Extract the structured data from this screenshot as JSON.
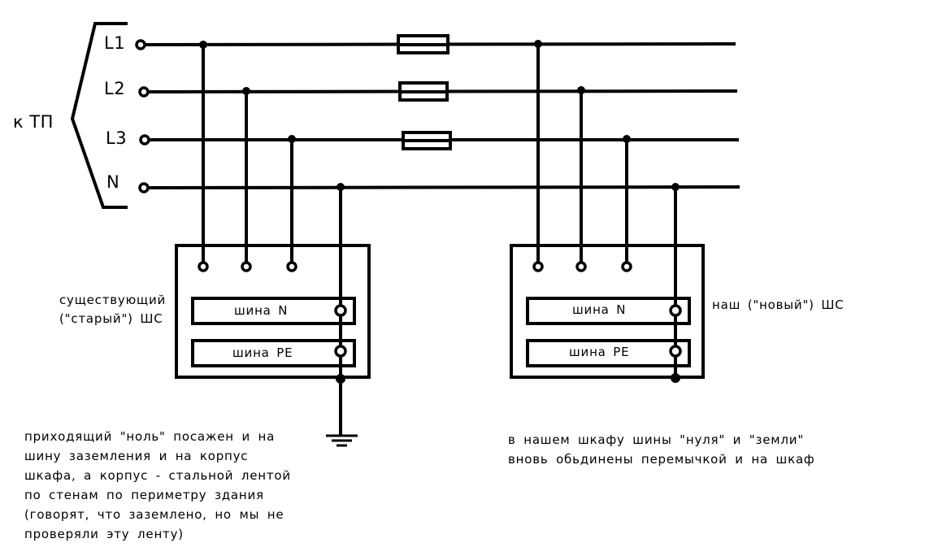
{
  "source_label": "к ТП",
  "conductors": [
    "L1",
    "L2",
    "L3",
    "N"
  ],
  "old_cabinet": {
    "label_line1": "существующий",
    "label_line2": "(\"старый\") ШС",
    "bus_n": "шина N",
    "bus_pe": "шина PE"
  },
  "new_cabinet": {
    "label": "наш (\"новый\") ШС",
    "bus_n": "шина N",
    "bus_pe": "шина PE"
  },
  "notes": {
    "left": [
      "приходящий \"ноль\" посажен и на",
      "шину заземления и на корпус",
      "шкафа, а корпус - стальной лентой",
      "по стенам по периметру здания",
      "(говорят, что заземлено, но мы не",
      "проверяли эту ленту)"
    ],
    "right": [
      "в нашем шкафу шины \"нуля\" и \"земли\"",
      "вновь обьдинены перемычкой и на шкаф"
    ]
  },
  "colors": {
    "line": "#000000",
    "background": "#ffffff"
  }
}
